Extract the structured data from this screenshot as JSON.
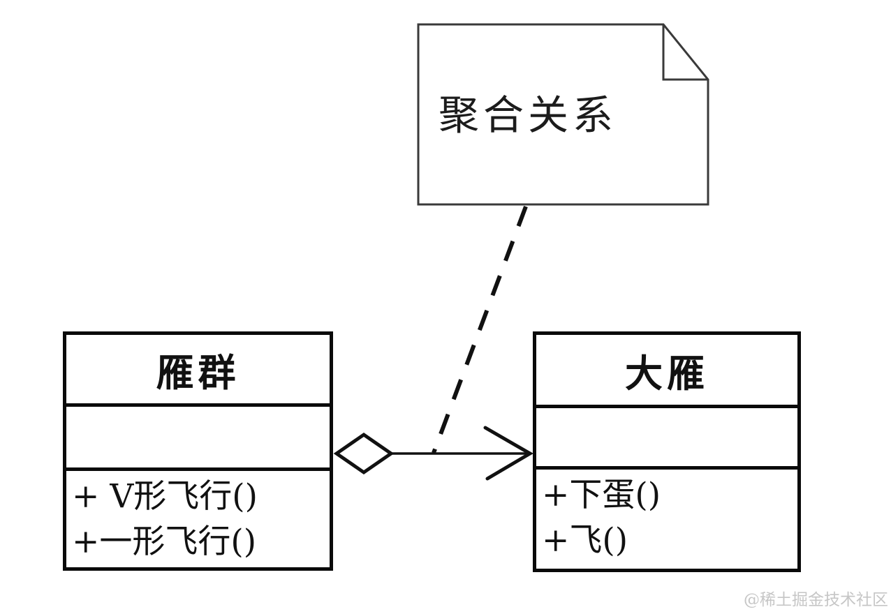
{
  "note": {
    "text": "聚合关系"
  },
  "classes": {
    "flock": {
      "title": "雁群",
      "attributes": "",
      "methods": [
        "+ V形飞行()",
        "+一形飞行()"
      ]
    },
    "goose": {
      "title": "大雁",
      "attributes": "",
      "methods": [
        "+下蛋()",
        "+飞()"
      ]
    }
  },
  "relationship": {
    "kind": "aggregation",
    "from": "雁群",
    "to": "大雁",
    "end_marker": "open-diamond",
    "head_marker": "open-arrow"
  },
  "watermark": {
    "text": "@稀土掘金技术社区"
  },
  "colors": {
    "background": "#ffffff",
    "line": "#111111",
    "box_border": "#0a0a0a",
    "note_border": "#3a3a3a",
    "watermark": "#c6c6c6"
  }
}
